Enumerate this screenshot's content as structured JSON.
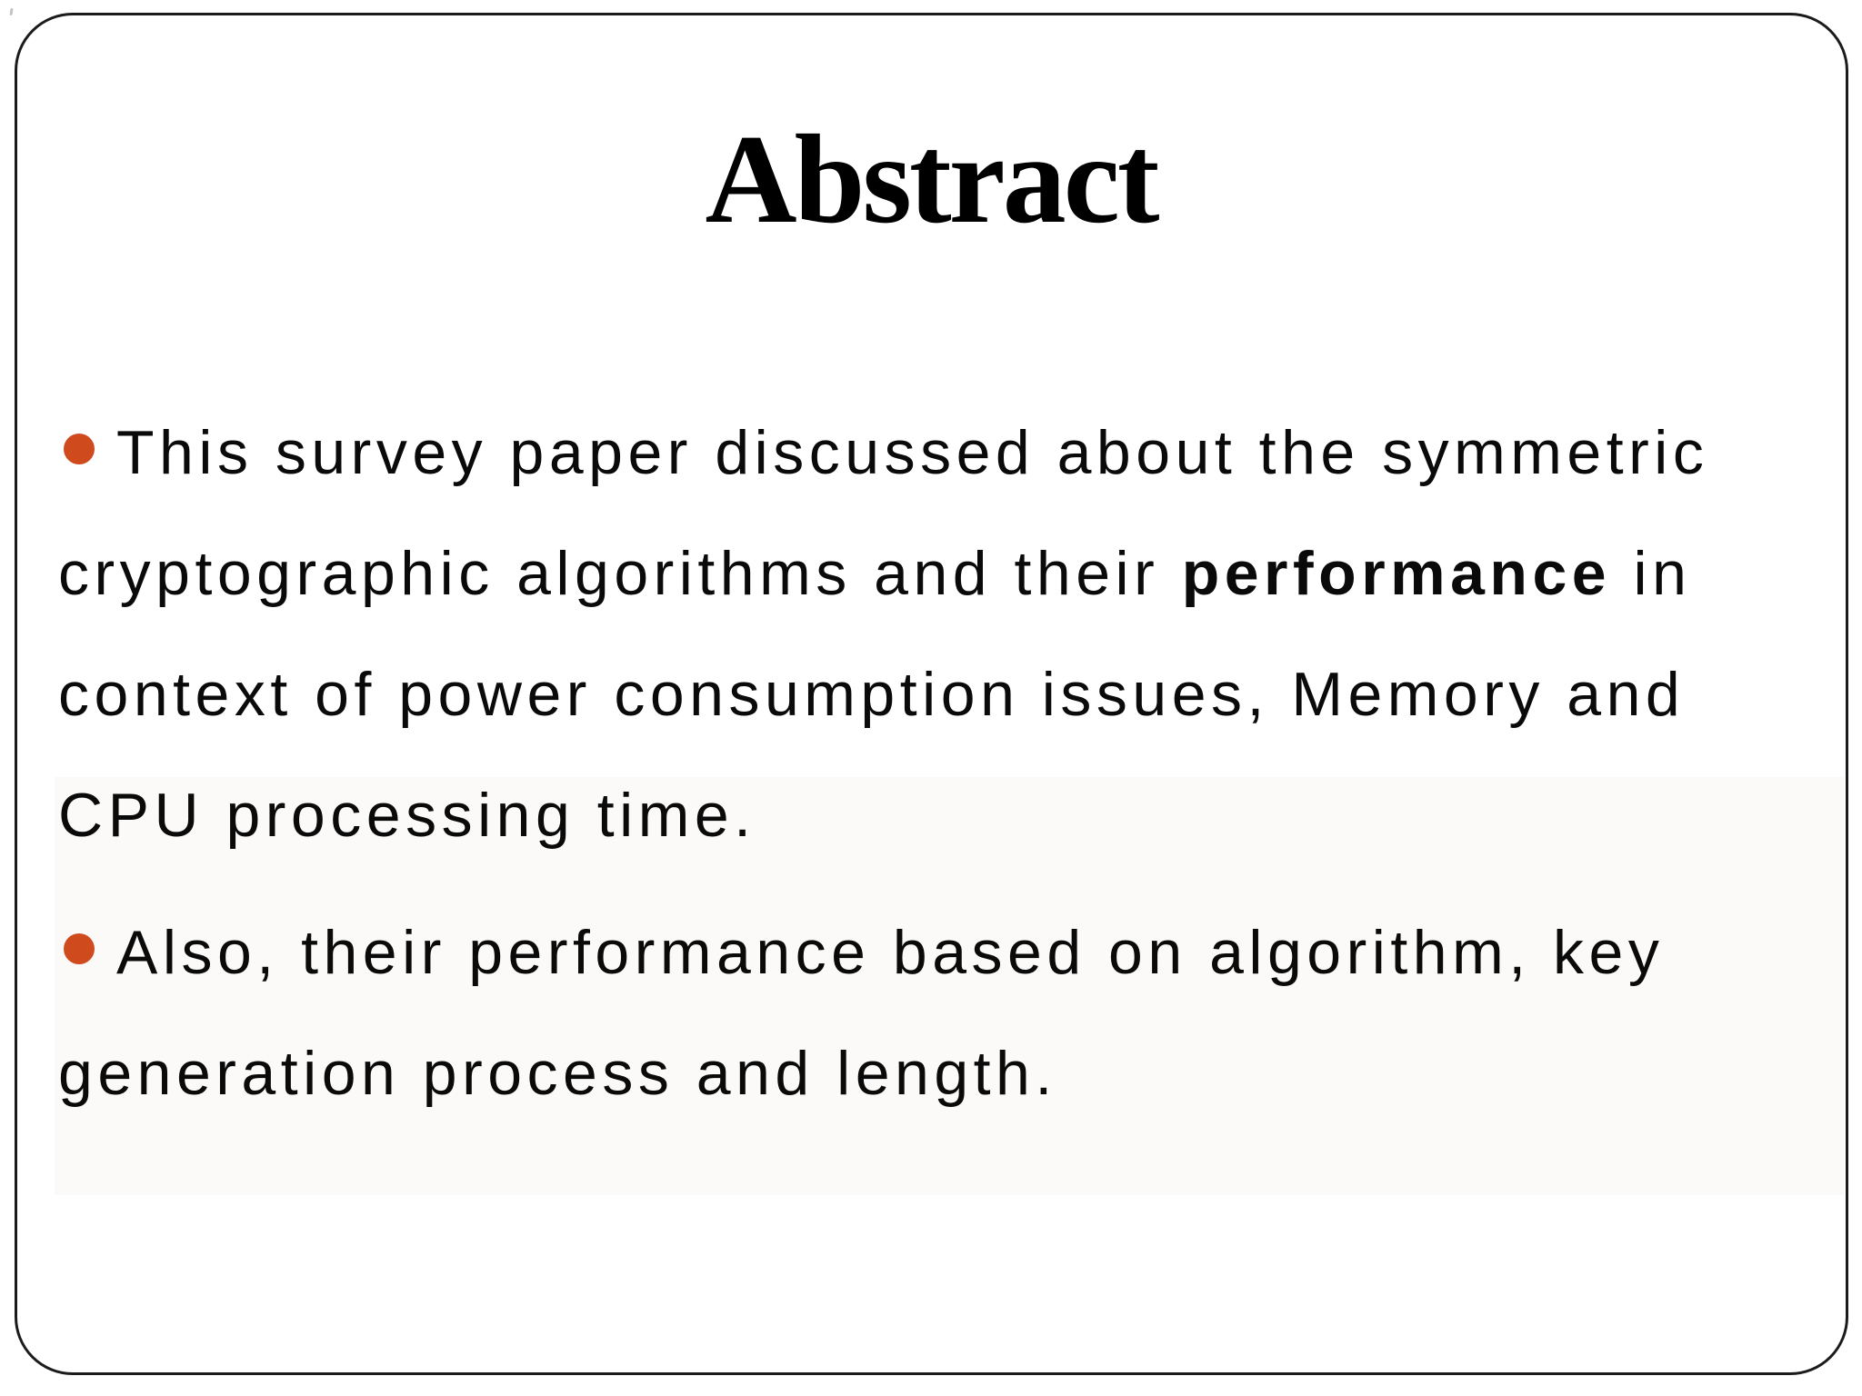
{
  "slide": {
    "title": "Abstract",
    "bullets": [
      {
        "segments": [
          {
            "text": "This survey paper discussed about the symmetric cryptographic algorithms and their ",
            "bold": false
          },
          {
            "text": "performance",
            "bold": true
          },
          {
            "text": " in context of power consumption issues, Memory and CPU processing time.",
            "bold": false
          }
        ]
      },
      {
        "segments": [
          {
            "text": "Also, their performance based on algorithm, key generation process and length.",
            "bold": false
          }
        ]
      }
    ],
    "colors": {
      "bullet_marker": "#cf4a1d",
      "body_text": "#0a0a0a",
      "title_text": "#000000",
      "frame_border": "#1b1b1b",
      "background": "#ffffff"
    }
  }
}
